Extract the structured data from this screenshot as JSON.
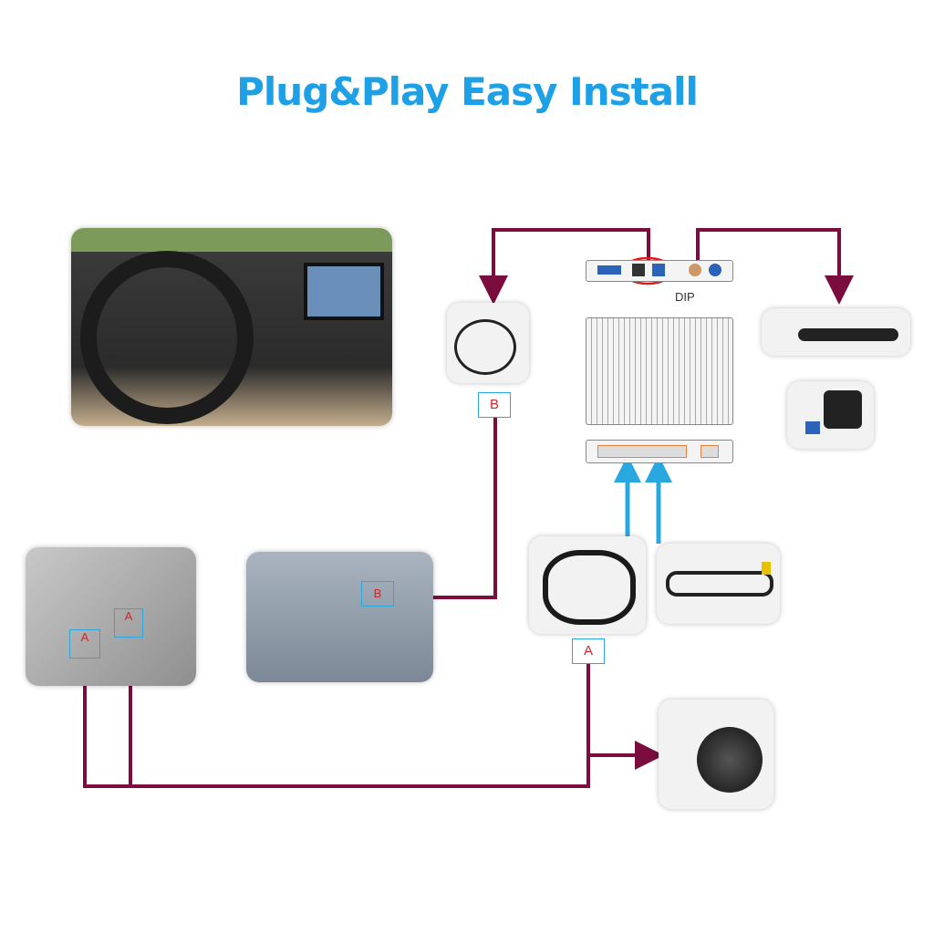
{
  "title": "Plug&Play Easy Install",
  "labels": {
    "a": "A",
    "b": "B",
    "dip": "DIP",
    "a_small_1": "A",
    "a_small_2": "A",
    "b_small": "B"
  },
  "colors": {
    "title": "#1ea0e6",
    "connector": "#7a0c3e",
    "signal": "#29a8e0"
  }
}
